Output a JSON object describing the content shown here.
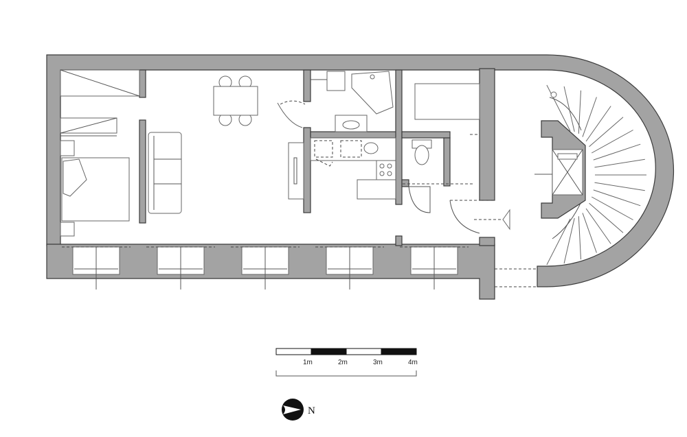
{
  "scale_bar": {
    "labels": [
      "1m",
      "2m",
      "3m",
      "4m"
    ]
  },
  "north_arrow": {
    "label": "N"
  }
}
